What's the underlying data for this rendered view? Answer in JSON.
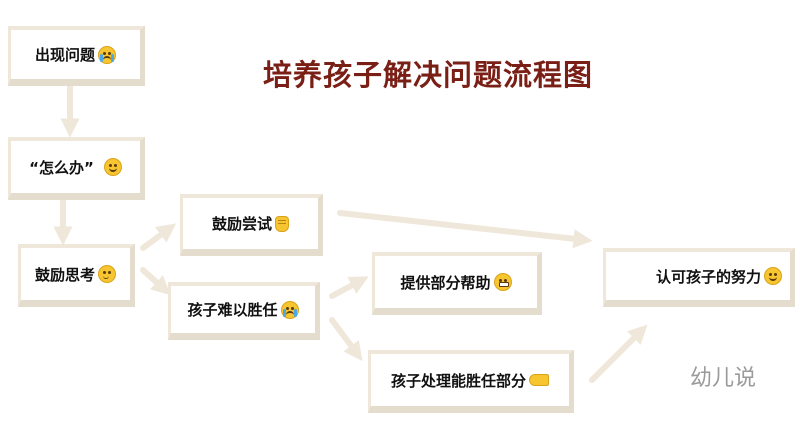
{
  "title": "培养孩子解决问题流程图",
  "nodes": {
    "problem": {
      "label": "出现问题",
      "emoji": "crying-face-icon"
    },
    "what_to_do": {
      "label": "“怎么办”",
      "emoji": "grinning-face-icon"
    },
    "encourage_thinking": {
      "label": "鼓励思考",
      "emoji": "thinking-face-icon"
    },
    "encourage_trying": {
      "label": "鼓励尝试",
      "emoji": "raised-fist-icon"
    },
    "cannot_handle": {
      "label": "孩子难以胜任",
      "emoji": "crying-face-icon"
    },
    "partial_help": {
      "label": "提供部分帮助",
      "emoji": "grimacing-face-icon"
    },
    "handle_part": {
      "label": "孩子处理能胜任部分",
      "emoji": "pointing-hand-icon"
    },
    "recognize_effort": {
      "label": "认可孩子的努力",
      "emoji": "smiling-face-icon"
    }
  },
  "watermark": "幼儿说",
  "colors": {
    "title": "#7a1f16",
    "arrow": "#efe7da",
    "node_border": "#e4dccd",
    "emoji": "#f6c52f"
  }
}
